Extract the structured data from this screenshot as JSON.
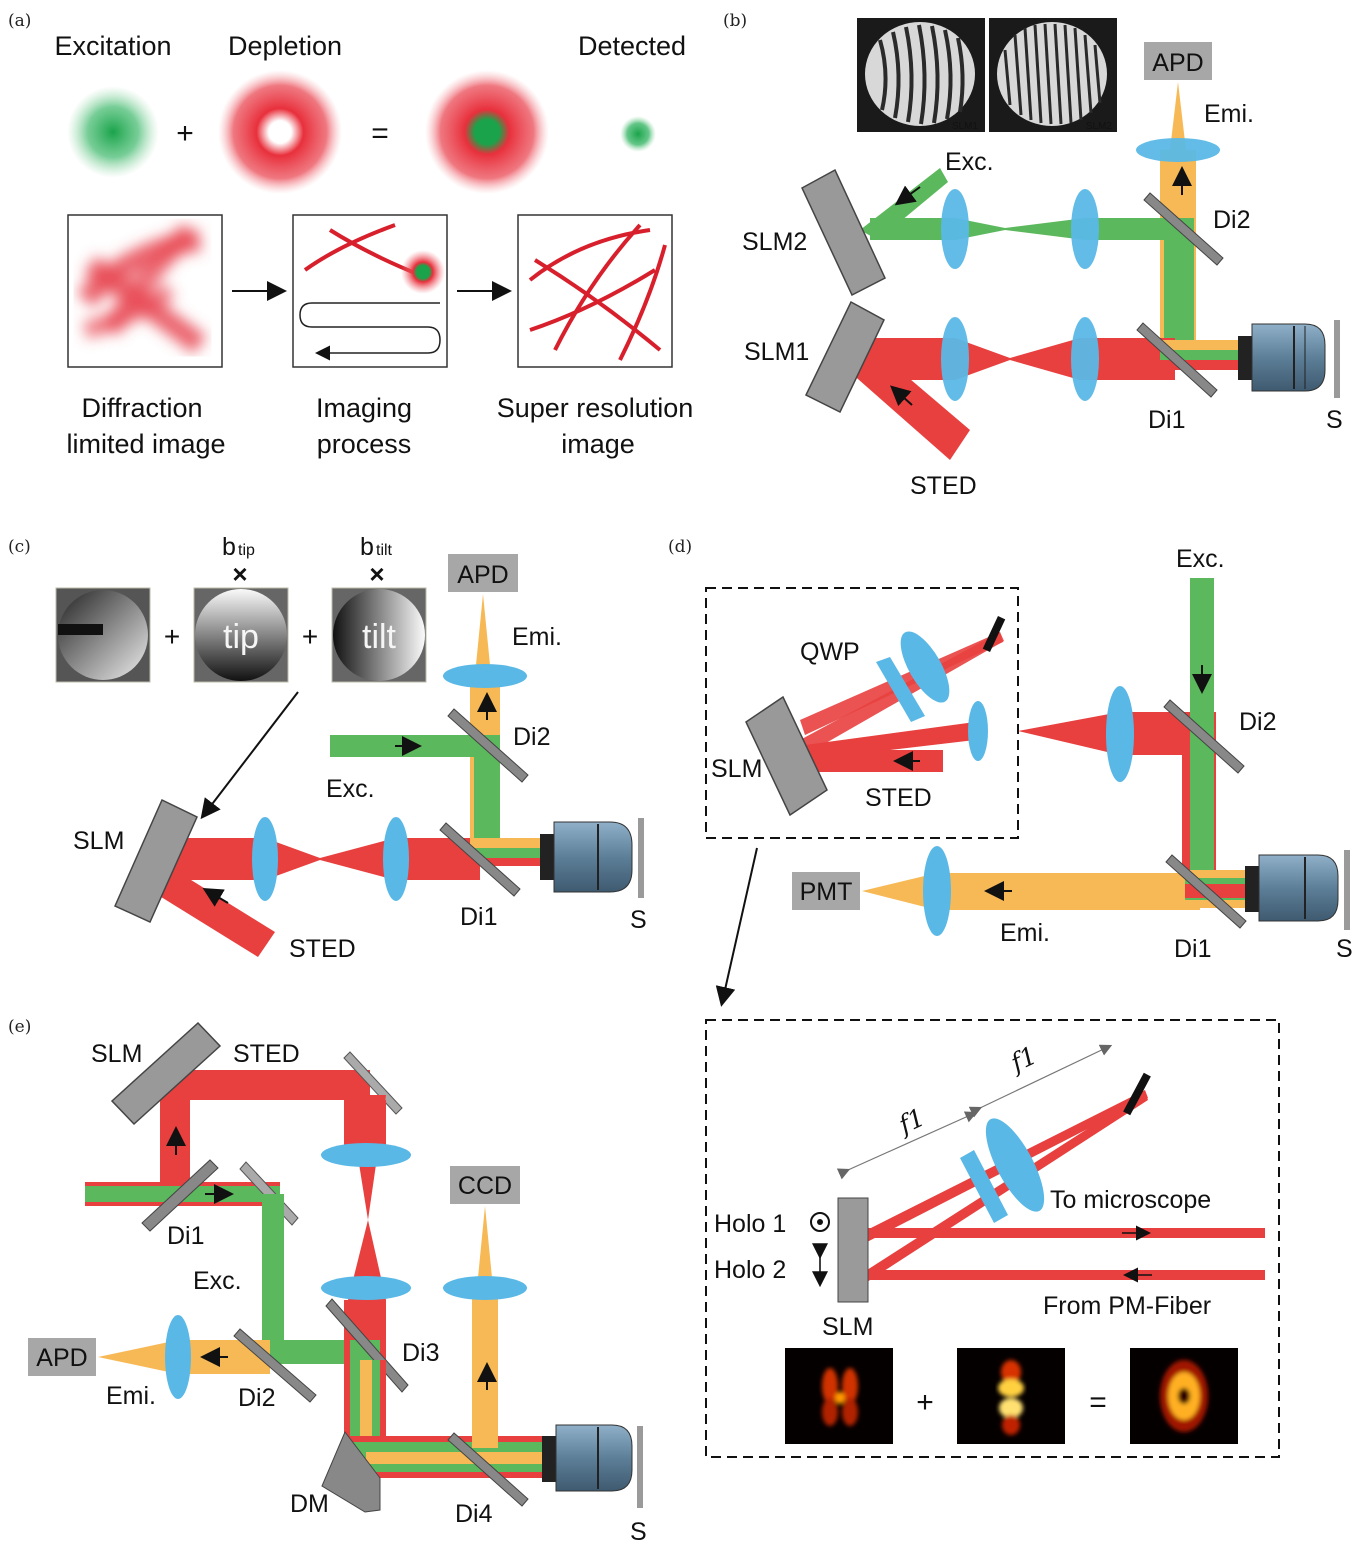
{
  "panels": {
    "a": {
      "tag": "(a)",
      "excitation": "Excitation",
      "depletion": "Depletion",
      "detected": "Detected",
      "plus": "+",
      "equals": "=",
      "cap1_l1": "Diffraction",
      "cap1_l2": "limited image",
      "cap2_l1": "Imaging",
      "cap2_l2": "process",
      "cap3_l1": "Super resolution",
      "cap3_l2": "image"
    },
    "b": {
      "tag": "(b)",
      "apd": "APD",
      "emi": "Emi.",
      "exc": "Exc.",
      "slm1": "SLM1",
      "slm2": "SLM2",
      "slm1_small": "SLM1",
      "slm2_small": "SLM2",
      "di1": "Di1",
      "di2": "Di2",
      "sted": "STED",
      "s": "S"
    },
    "c": {
      "tag": "(c)",
      "btip_b": "b",
      "btip_sub": "tip",
      "btilt_b": "b",
      "btilt_sub": "tilt",
      "times": "×",
      "plus": "+",
      "tip": "tip",
      "tilt": "tilt",
      "apd": "APD",
      "emi": "Emi.",
      "di2": "Di2",
      "exc": "Exc.",
      "slm": "SLM",
      "di1": "Di1",
      "sted": "STED",
      "s": "S"
    },
    "d": {
      "tag": "(d)",
      "exc": "Exc.",
      "qwp": "QWP",
      "di2": "Di2",
      "slm": "SLM",
      "sted": "STED",
      "pmt": "PMT",
      "emi": "Emi.",
      "di1": "Di1",
      "s": "S",
      "f1a": "f1",
      "f1b": "f1",
      "holo1": "Holo 1",
      "holo2": "Holo 2",
      "to_microscope": "To microscope",
      "from_fiber": "From PM-Fiber",
      "slm_inset": "SLM",
      "plus": "+",
      "equals": "="
    },
    "e": {
      "tag": "(e)",
      "slm": "SLM",
      "sted": "STED",
      "ccd": "CCD",
      "di1": "Di1",
      "exc": "Exc.",
      "apd": "APD",
      "emi": "Emi.",
      "di2": "Di2",
      "di3": "Di3",
      "dm": "DM",
      "di4": "Di4",
      "s": "S"
    }
  },
  "colors": {
    "green": "#5cb85c",
    "red": "#e8403f",
    "orange": "#f7b955",
    "lens": "#5ab8e6",
    "grey": "#9a9a9a",
    "objective": "#6d8fa8"
  }
}
